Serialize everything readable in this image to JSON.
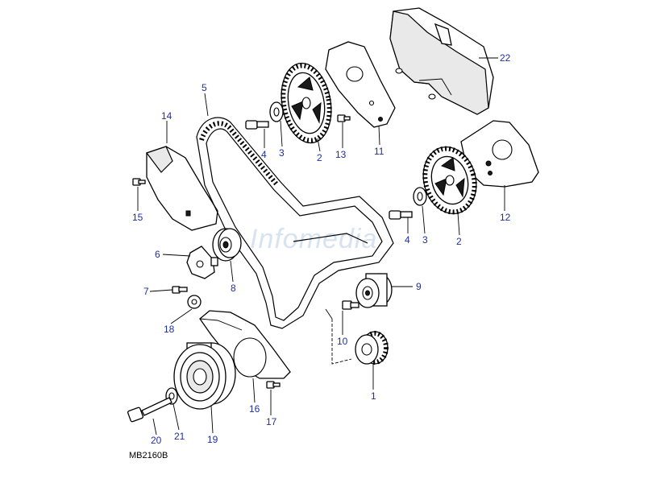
{
  "diagram": {
    "watermark": "Infomedia",
    "figure_code": "MB2160B",
    "callouts": [
      {
        "id": "c22",
        "label": "22"
      },
      {
        "id": "c5",
        "label": "5"
      },
      {
        "id": "c14",
        "label": "14"
      },
      {
        "id": "c4a",
        "label": "4"
      },
      {
        "id": "c3a",
        "label": "3"
      },
      {
        "id": "c2a",
        "label": "2"
      },
      {
        "id": "c13",
        "label": "13"
      },
      {
        "id": "c11",
        "label": "11"
      },
      {
        "id": "c15",
        "label": "15"
      },
      {
        "id": "c12",
        "label": "12"
      },
      {
        "id": "c4b",
        "label": "4"
      },
      {
        "id": "c3b",
        "label": "3"
      },
      {
        "id": "c2b",
        "label": "2"
      },
      {
        "id": "c6",
        "label": "6"
      },
      {
        "id": "c8",
        "label": "8"
      },
      {
        "id": "c7",
        "label": "7"
      },
      {
        "id": "c9",
        "label": "9"
      },
      {
        "id": "c18",
        "label": "18"
      },
      {
        "id": "c10",
        "label": "10"
      },
      {
        "id": "c1",
        "label": "1"
      },
      {
        "id": "c16",
        "label": "16"
      },
      {
        "id": "c17",
        "label": "17"
      },
      {
        "id": "c20",
        "label": "20"
      },
      {
        "id": "c21",
        "label": "21"
      },
      {
        "id": "c19",
        "label": "19"
      }
    ]
  }
}
